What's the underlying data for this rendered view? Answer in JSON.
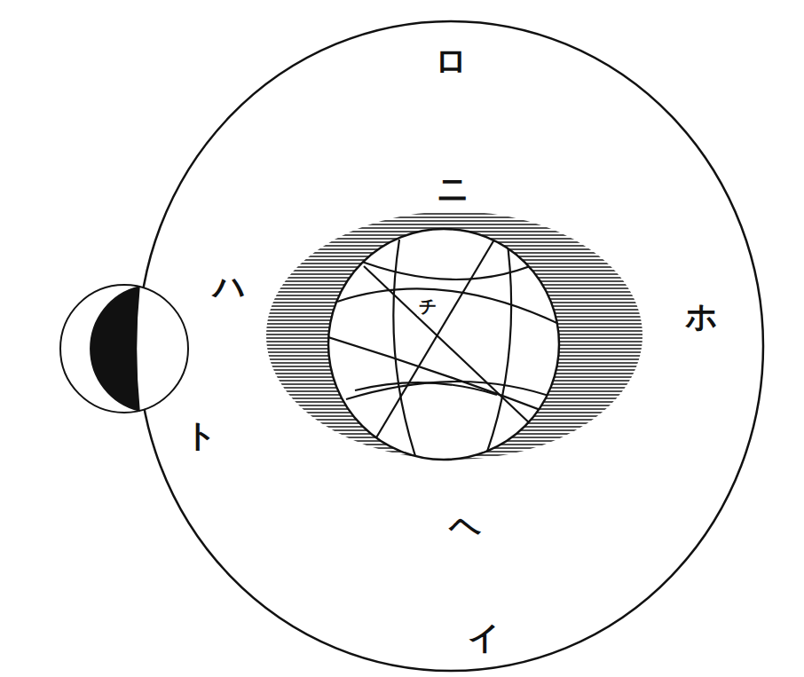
{
  "diagram": {
    "labels": [
      "ロ",
      "ニ",
      "ハ",
      "ホ",
      "チ",
      "ト",
      "ヘ",
      "イ"
    ]
  }
}
